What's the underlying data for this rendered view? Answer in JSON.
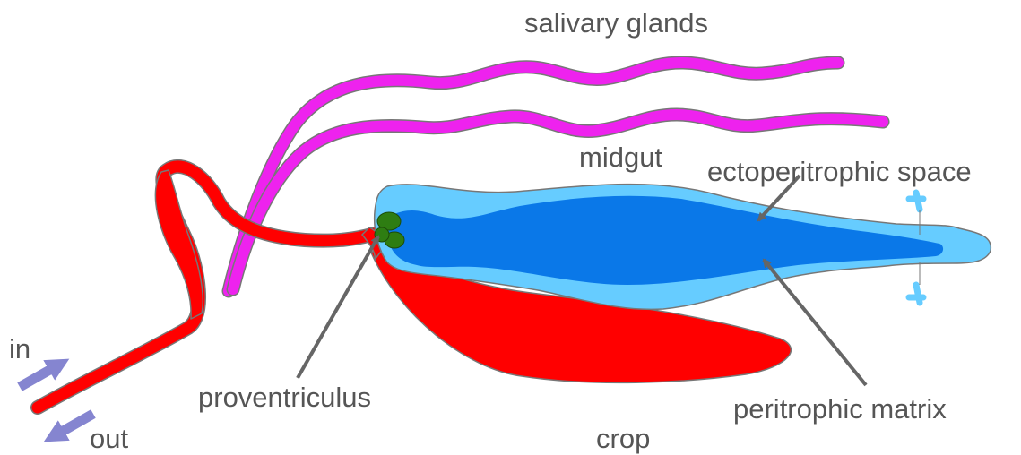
{
  "labels": {
    "salivary_glands": "salivary glands",
    "midgut": "midgut",
    "ectoperitrophic_space": "ectoperitrophic space",
    "in": "in",
    "proventriculus": "proventriculus",
    "peritrophic_matrix": "peritrophic matrix",
    "out": "out",
    "crop": "crop"
  },
  "colors": {
    "label_text": "#555555",
    "foregut": "#ff0000",
    "salivary": "#ee22ee",
    "midgut_outer": "#66ccff",
    "midgut_inner": "#0a78e8",
    "proventriculus": "#2e7d12",
    "pointer": "#666666",
    "flow_arrow": "#8585d0"
  }
}
